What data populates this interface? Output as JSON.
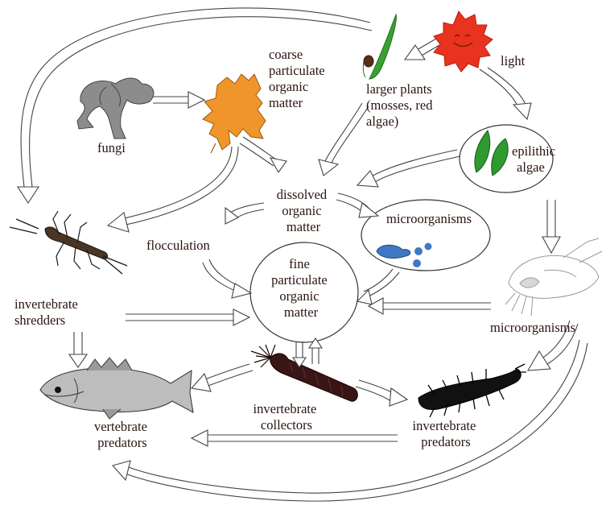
{
  "diagram": {
    "nodes": {
      "light": [
        "light"
      ],
      "larger_plants": [
        "larger plants",
        "(mosses, red",
        "algae)"
      ],
      "coarse_pom": [
        "coarse",
        "particulate",
        "organic",
        "matter"
      ],
      "fungi": [
        "fungi"
      ],
      "epilithic_algae": [
        "epilithic",
        "algae"
      ],
      "dissolved_om": [
        "dissolved",
        "organic",
        "matter"
      ],
      "microorganisms_top": [
        "microorganisms"
      ],
      "flocculation": [
        "flocculation"
      ],
      "fine_pom": [
        "fine",
        "particulate",
        "organic",
        "matter"
      ],
      "invertebrate_shredders": [
        "invertebrate",
        "shredders"
      ],
      "microorganisms_right": [
        "microorganisms"
      ],
      "vertebrate_predators": [
        "vertebrate",
        "predators"
      ],
      "invertebrate_collectors": [
        "invertebrate",
        "collectors"
      ],
      "invertebrate_predators": [
        "invertebrate",
        "predators"
      ]
    },
    "icons": [
      "sun-icon",
      "plant-icon",
      "leaf-icon",
      "fungi-icon",
      "algae-icon",
      "microbe-icon",
      "shredder-insect-icon",
      "zooplankton-icon",
      "fish-icon",
      "collector-larva-icon",
      "predator-larva-icon"
    ],
    "colors": {
      "sun": "#e8331e",
      "leaf": "#f0952a",
      "plant": "#3aa12f",
      "algae": "#2f9a2f",
      "fungi": "#8c8c8c",
      "microbe": "#3f78c4",
      "fish": "#bdbdbd",
      "collector": "#3a1515",
      "predator": "#111111",
      "arrow_stroke": "#444444",
      "text": "#2a1410"
    }
  }
}
